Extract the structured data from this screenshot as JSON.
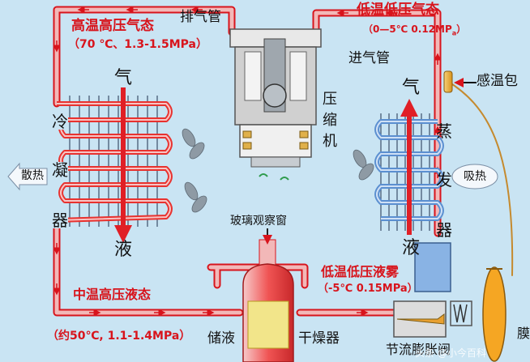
{
  "labels": {
    "high_temp_gas": "高温高压气态",
    "high_temp_gas_params": "（70 ℃、1.3-1.5MPa）",
    "discharge_pipe": "排气管",
    "low_temp_gas": "低温低压气态",
    "low_temp_gas_params": "（0—5℃ 0.12MP",
    "low_temp_gas_params_sub": "a",
    "low_temp_gas_params_end": "）",
    "suction_pipe": "进气管",
    "temp_sensor": "感温包",
    "compressor_1": "压",
    "compressor_2": "缩",
    "compressor_3": "机",
    "condenser_1": "冷",
    "condenser_2": "凝",
    "condenser_3": "器",
    "evaporator_1": "蒸",
    "evaporator_2": "发",
    "evaporator_3": "器",
    "gas_left": "气",
    "liquid_left": "液",
    "gas_right": "气",
    "liquid_right": "液",
    "heat_release": "散热",
    "heat_absorb": "吸热",
    "sight_glass": "玻璃观察窗",
    "low_temp_mist": "低温低压液雾",
    "low_temp_mist_params": "（-5℃ 0.15MPa）",
    "mid_temp_liquid": "中温高压液态",
    "mid_temp_liquid_params": "（约50℃, 1.1-1.4MPa）",
    "receiver": "储液",
    "dryer": "干燥器",
    "throttle_valve": "节流膨胀阀",
    "membrane": "膜",
    "watermark": "头条 @小今百科"
  },
  "colors": {
    "background": "#c9e4f3",
    "pipe_pink": "#f2b8b8",
    "pipe_outline": "#d8141c",
    "coil_red": "#e8322f",
    "coil_blue": "#5b8fd0",
    "arrow_red": "#e01f26",
    "text_red": "#d8141c"
  }
}
